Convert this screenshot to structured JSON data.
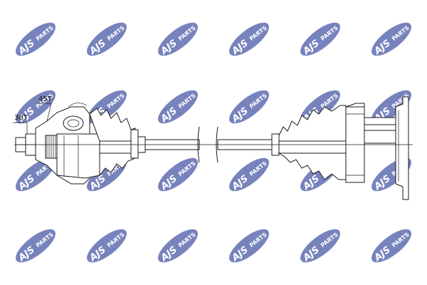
{
  "watermark": {
    "brand": "AJS",
    "suffix": "PARTS",
    "color": "#3d4fa0"
  },
  "labels": {
    "outer_teeth": "45T",
    "inner_teeth": "38T"
  }
}
